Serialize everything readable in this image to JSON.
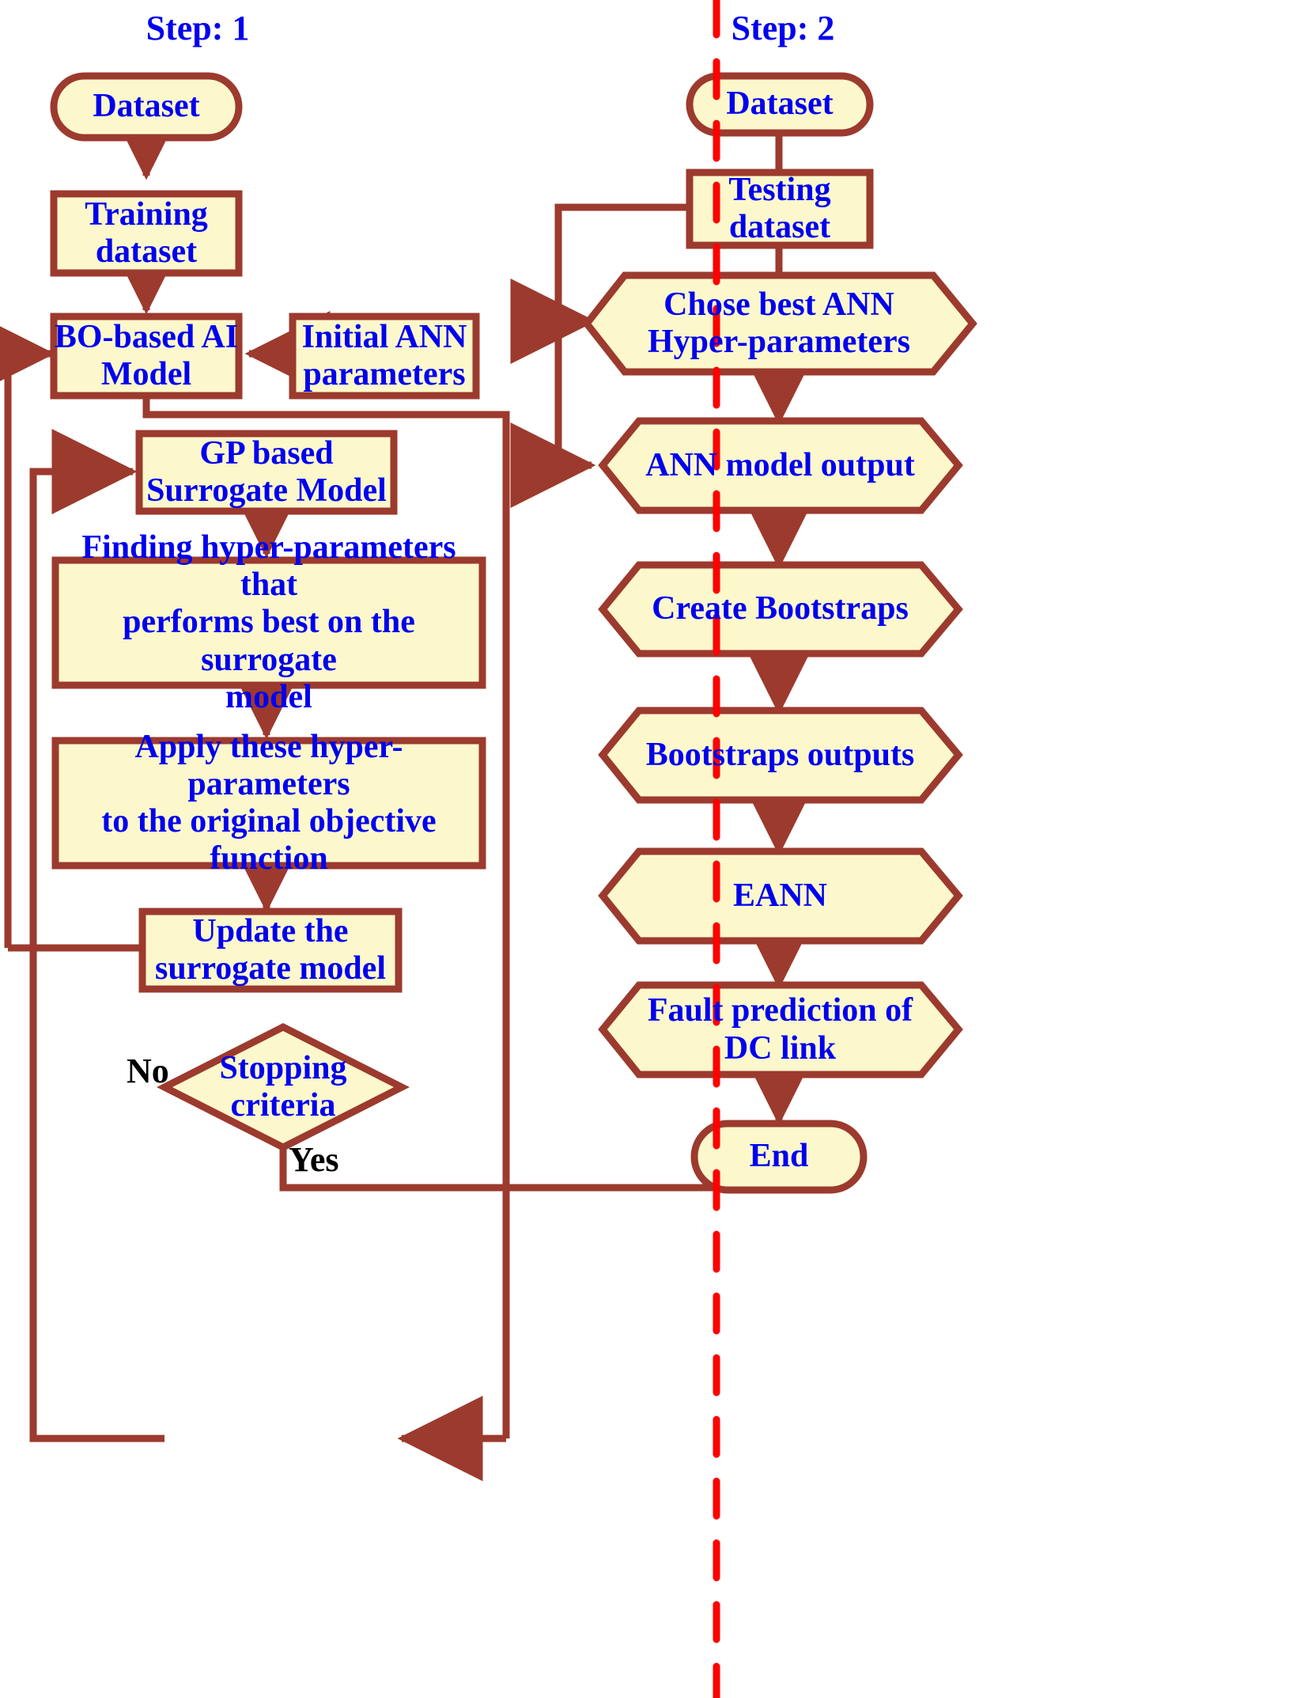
{
  "diagram": {
    "title_step1": "Step: 1",
    "title_step2": "Step: 2",
    "colors": {
      "stroke": "#9c3a2e",
      "fill": "#fcf8cc",
      "text": "#0000ee",
      "edge_label_text": "#000000",
      "divider": "#ff0000",
      "background": "#ffffff"
    }
  },
  "step1": {
    "title": "Step: 1",
    "nodes": {
      "dataset": {
        "label": "Dataset",
        "shape": "stadium",
        "font_size": 42
      },
      "training_dataset": {
        "label": "Training\ndataset",
        "shape": "rect",
        "font_size": 42
      },
      "bo_model": {
        "label": "BO-based AI\nModel",
        "shape": "rect",
        "font_size": 42
      },
      "initial_params": {
        "label": "Initial ANN\nparameters",
        "shape": "rect",
        "font_size": 42
      },
      "gp_surrogate": {
        "label": "GP based\nSurrogate Model",
        "shape": "rect",
        "font_size": 42
      },
      "finding_hyper": {
        "label": "Finding hyper-parameters that\nperforms best on the surrogate\nmodel",
        "shape": "rect",
        "font_size": 42
      },
      "apply_hyper": {
        "label": "Apply these hyper-parameters\nto the original objective\nfunction",
        "shape": "rect",
        "font_size": 42
      },
      "update_surrogate": {
        "label": "Update the\nsurrogate model",
        "shape": "rect",
        "font_size": 42
      },
      "stopping_criteria": {
        "label": "Stopping\ncriteria",
        "shape": "diamond",
        "font_size": 42
      }
    },
    "edge_labels": {
      "no": "No",
      "yes": "Yes"
    }
  },
  "step2": {
    "title": "Step: 2",
    "nodes": {
      "dataset": {
        "label": "Dataset",
        "shape": "stadium",
        "font_size": 42
      },
      "testing_dataset": {
        "label": "Testing\ndataset",
        "shape": "rect",
        "font_size": 42
      },
      "chose_best": {
        "label": "Chose best ANN\nHyper-parameters",
        "shape": "hexagon",
        "font_size": 42
      },
      "ann_output": {
        "label": "ANN model output",
        "shape": "hexagon",
        "font_size": 42
      },
      "create_bootstraps": {
        "label": "Create Bootstraps",
        "shape": "hexagon",
        "font_size": 42
      },
      "bootstraps_outputs": {
        "label": "Bootstraps outputs",
        "shape": "hexagon",
        "font_size": 42
      },
      "eann": {
        "label": "EANN",
        "shape": "hexagon",
        "font_size": 42
      },
      "fault_prediction": {
        "label": "Fault prediction of\nDC link",
        "shape": "hexagon",
        "font_size": 42
      },
      "end": {
        "label": "End",
        "shape": "stadium",
        "font_size": 42
      }
    }
  }
}
